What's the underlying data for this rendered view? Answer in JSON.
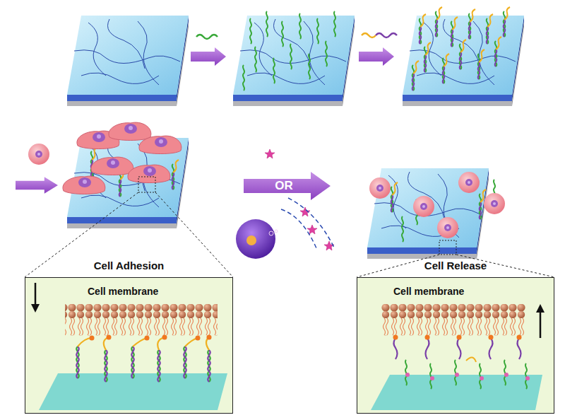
{
  "diagram": {
    "nodes": [
      {
        "text": [
          "Cell Adhesion",
          "Cell membrane"
        ]
      },
      {
        "text": [
          "Cell Release",
          "Cell membrane"
        ]
      }
    ],
    "labels": [
      "OR"
    ]
  }
}
